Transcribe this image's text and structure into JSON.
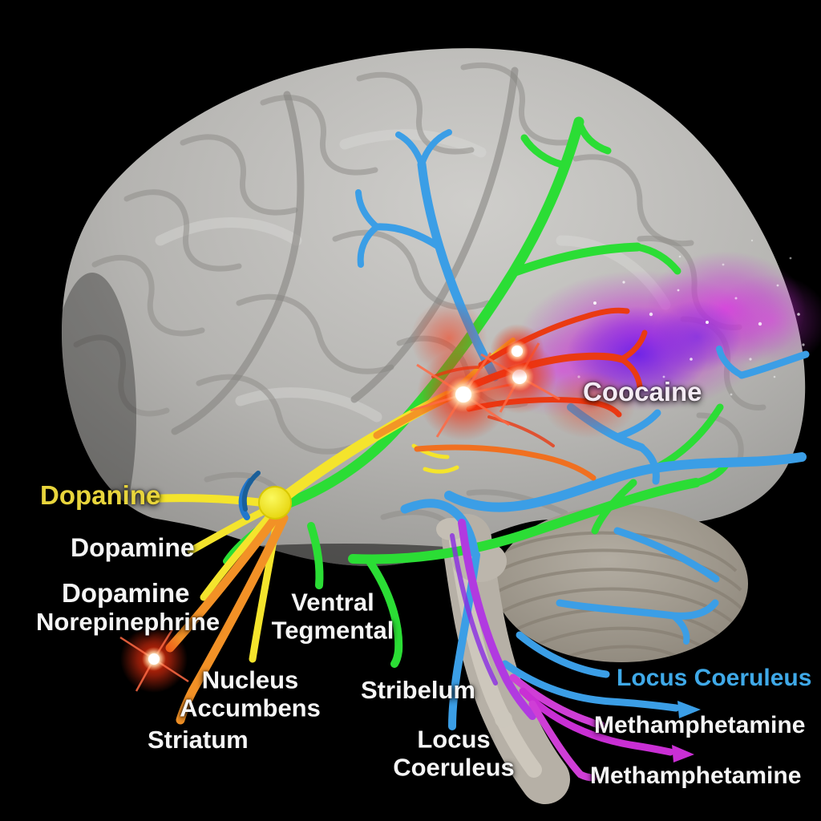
{
  "figure": {
    "subject": "brain-neurotransmitter-pathways-illustration",
    "background_color": "#000000",
    "brain_color": "#b5b4b1",
    "cerebellum_color": "#a7a196",
    "brainstem_color": "#b6b0a6"
  },
  "labels": {
    "dopanine": {
      "text": "Dopanine",
      "color": "#e8d53c"
    },
    "dopamine_upper": {
      "text": "Dopamine",
      "color": "#ffffff"
    },
    "dopamine_lower": {
      "text": "Dopamine",
      "color": "#ffffff"
    },
    "norepinephrine": {
      "text": "Norepinephrine",
      "color": "#ffffff"
    },
    "ventral_tegmental": {
      "text": "Ventral\nTegmental",
      "color": "#ffffff"
    },
    "nucleus_accumbens": {
      "text": "Nucleus\nAccumbens",
      "color": "#ffffff"
    },
    "striatum": {
      "text": "Striatum",
      "color": "#ffffff"
    },
    "stribelum": {
      "text": "Stribelum",
      "color": "#ffffff"
    },
    "locus_coeruleus_center": {
      "text": "Locus\nCoeruleus",
      "color": "#ffffff"
    },
    "locus_coeruleus_right": {
      "text": "Locus Coeruleus",
      "color": "#3fa9e8"
    },
    "methamphetamine_upper": {
      "text": "Methamphetamine",
      "color": "#ffffff"
    },
    "methamphetamine_lower": {
      "text": "Methamphetamine",
      "color": "#ffffff"
    },
    "cocaine": {
      "text": "Coocaine",
      "color": "#f4ebf4"
    }
  },
  "pathway_colors": {
    "green": "#2bdd35",
    "blue": "#3b9ee6",
    "yellow": "#f4e42c",
    "orange": "#f29126",
    "red": "#ea3a12",
    "magenta": "#cf3ed6",
    "violet": "#b13ae0",
    "purple_glow": "#c92fff",
    "hub_node": "#f6ef2a",
    "burst_core": "#ffffff"
  }
}
